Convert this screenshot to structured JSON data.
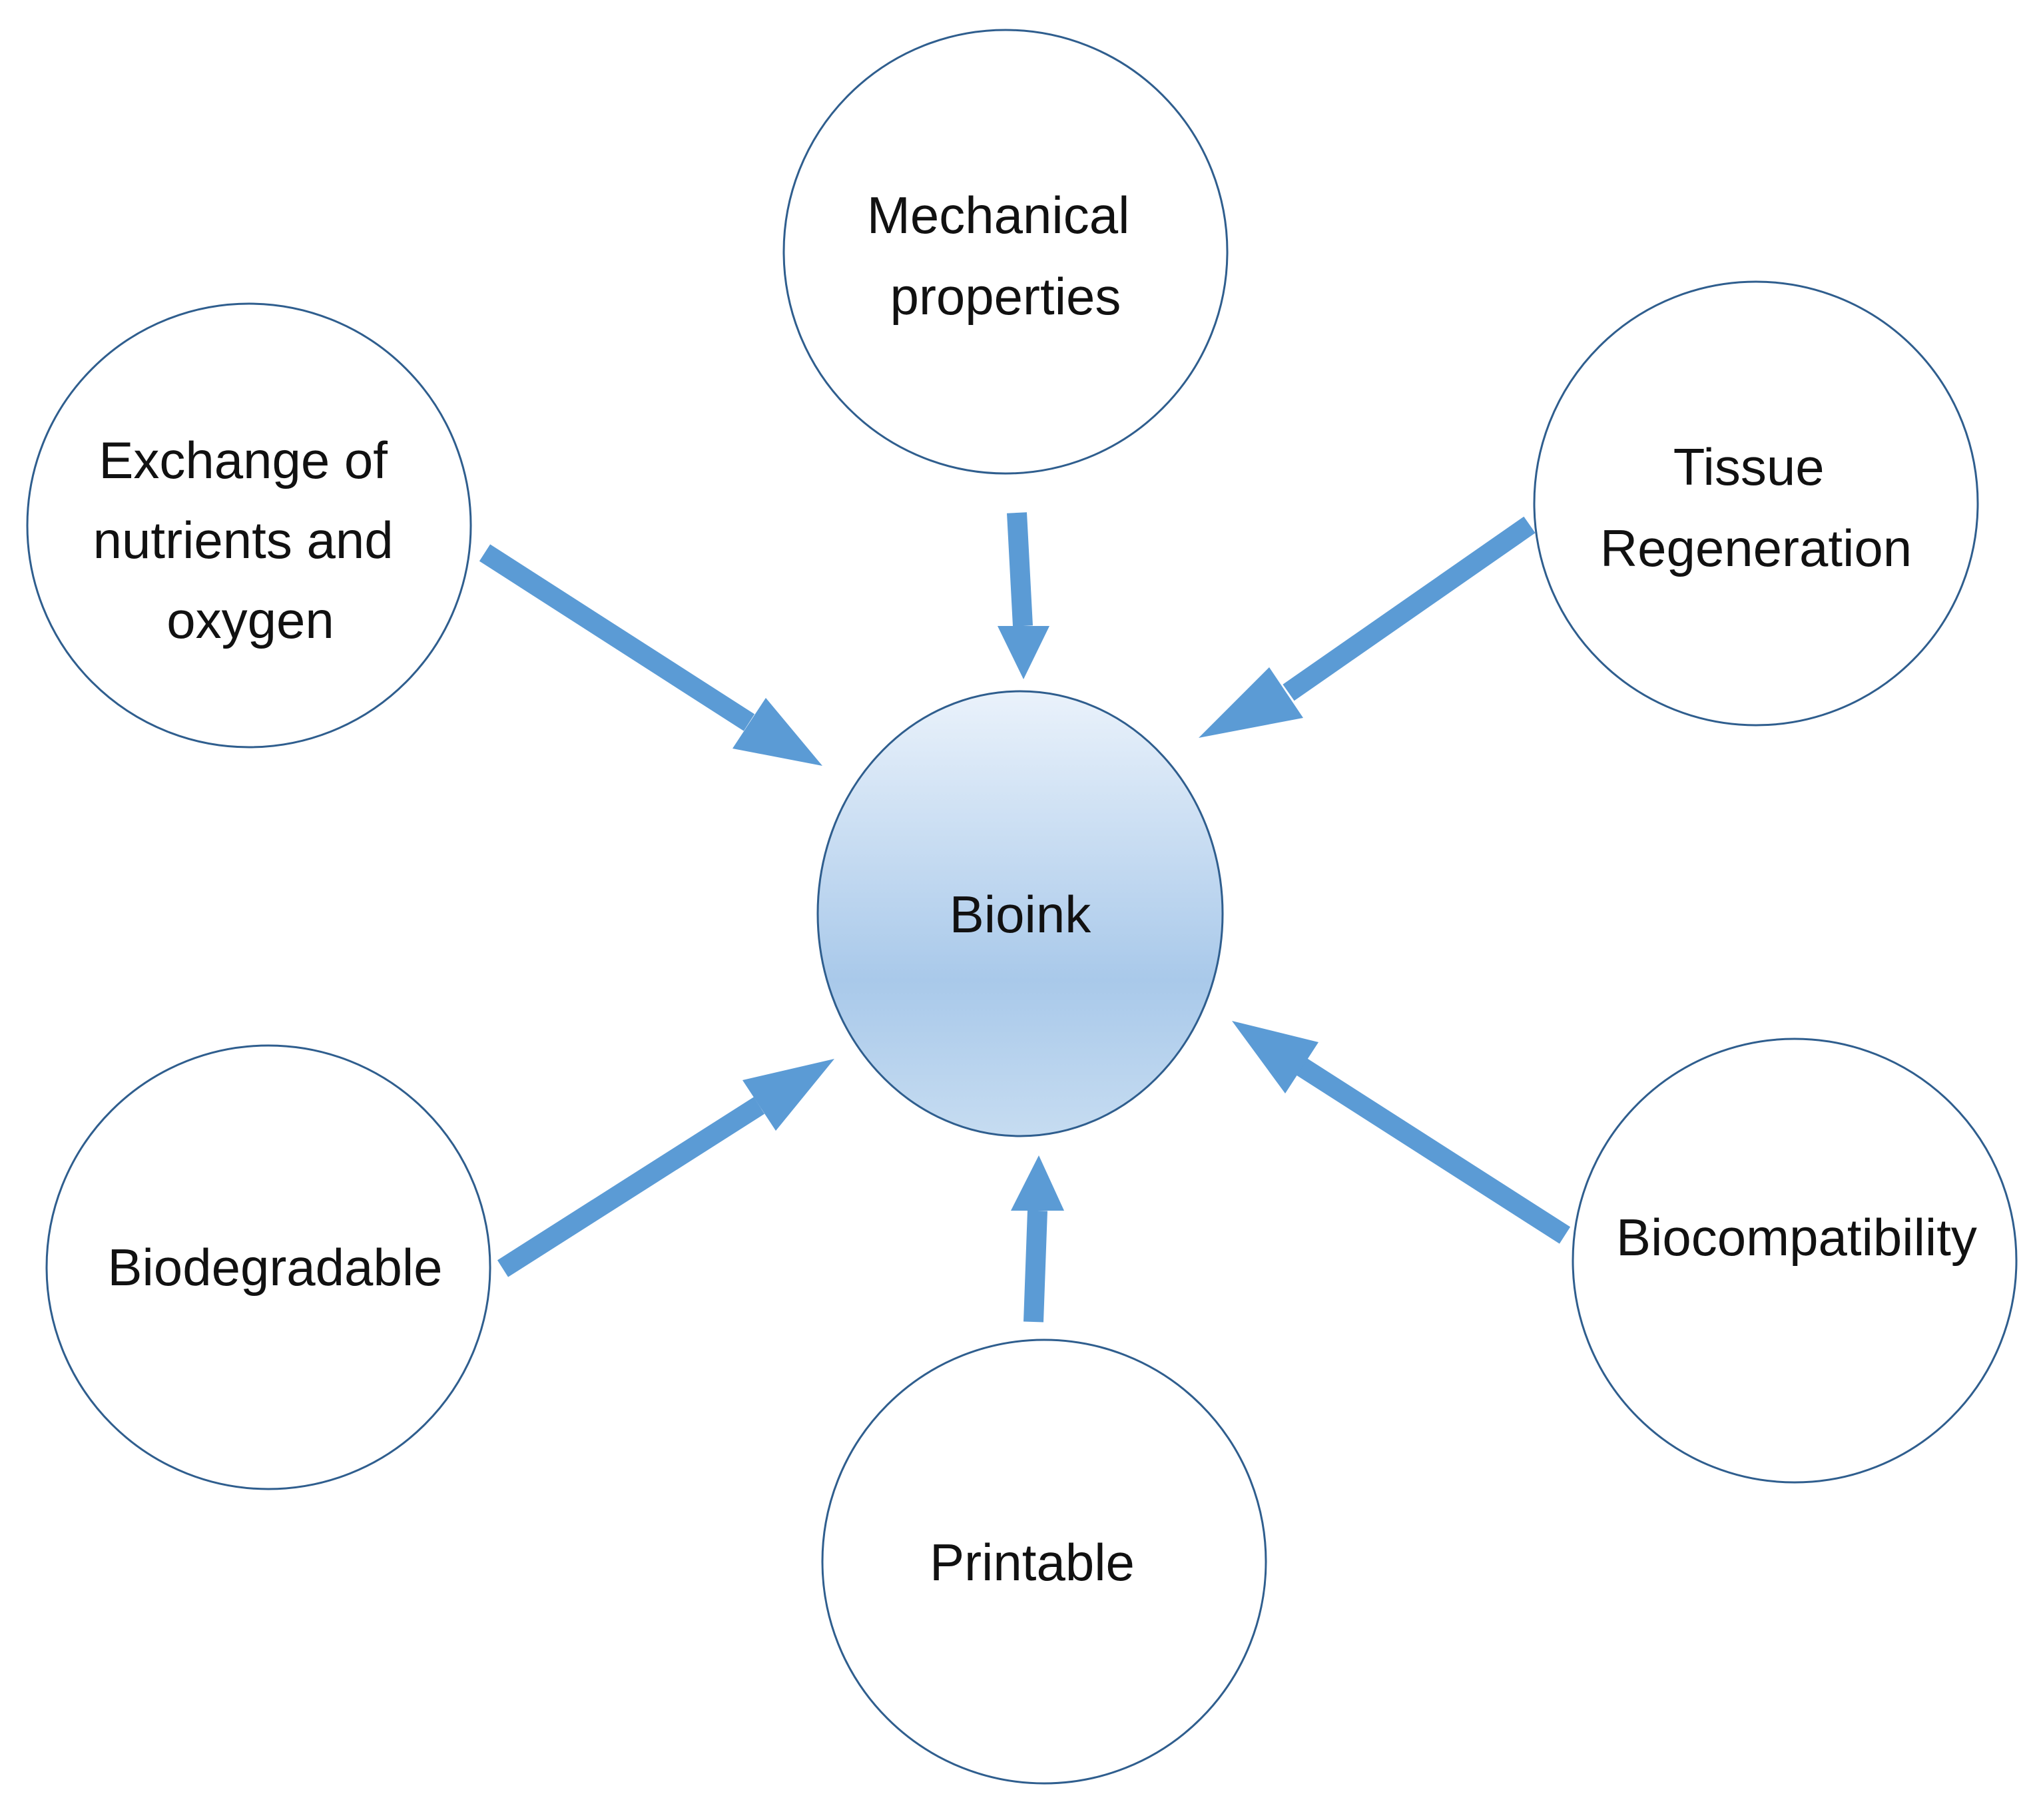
{
  "diagram": {
    "center": {
      "label": "Bioink",
      "fill_top": "#eaf2fb",
      "fill_bottom": "#a9c9ea",
      "stroke": "#2f5e8e"
    },
    "nodes": [
      {
        "id": "mechanical",
        "lines": [
          "Mechanical",
          "properties"
        ]
      },
      {
        "id": "tissue",
        "lines": [
          "Tissue",
          "Regeneration"
        ]
      },
      {
        "id": "biocompatibility",
        "lines": [
          "Biocompatibility"
        ]
      },
      {
        "id": "printable",
        "lines": [
          "Printable"
        ]
      },
      {
        "id": "biodegradable",
        "lines": [
          "Biodegradable"
        ]
      },
      {
        "id": "exchange",
        "lines": [
          "Exchange of",
          "nutrients and",
          "oxygen"
        ]
      }
    ],
    "node_stroke": "#2f5e8e",
    "arrow_color": "#5b9bd5"
  }
}
